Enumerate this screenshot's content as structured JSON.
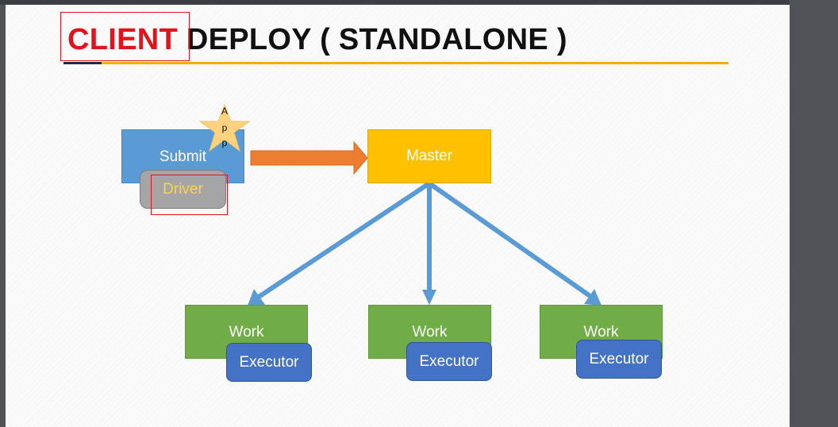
{
  "slide": {
    "title_accent": "CLIENT",
    "title_rest": " DEPLOY ( STANDALONE )"
  },
  "diagram": {
    "submit_label": "Submit",
    "driver_label": "Driver",
    "master_label": "Master",
    "app_letters": [
      "A",
      "p",
      "p"
    ],
    "workers": [
      {
        "label": "Work",
        "executor_label": "Executor"
      },
      {
        "label": "Work",
        "executor_label": "Executor"
      },
      {
        "label": "Work",
        "executor_label": "Executor"
      }
    ]
  },
  "colors": {
    "title_accent": "#e0141c",
    "highlight_box": "#e0141c",
    "submit": "#5b9bd5",
    "driver": "#a5a5a5",
    "driver_text": "#ffd24a",
    "master": "#ffc000",
    "work": "#70ad47",
    "executor": "#4472c4",
    "connector_arrow": "#ed7d31",
    "distribution_arrows": "#5b9bd5",
    "app_star": "#ffd280"
  },
  "icons": {
    "app_marker": "star-icon"
  }
}
